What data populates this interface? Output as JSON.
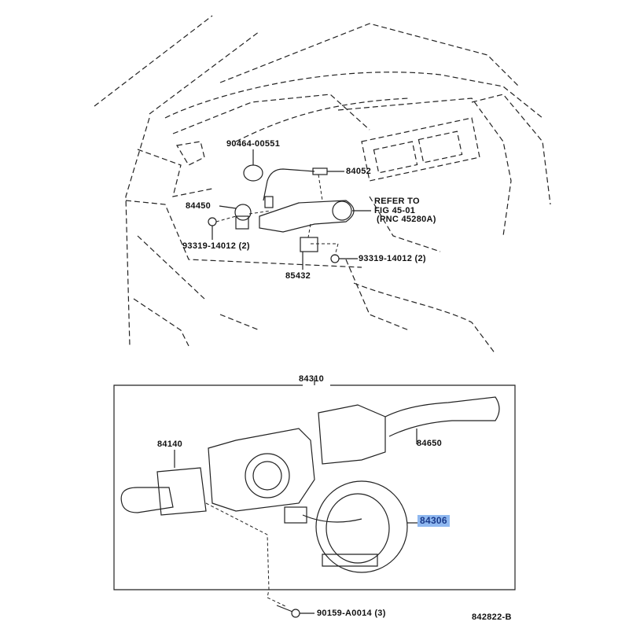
{
  "parts": {
    "clamp": "90464-00551",
    "sensor_84052": "84052",
    "switch_84450": "84450",
    "refer_line1": "REFER TO",
    "refer_line2": "FIG 45-01",
    "refer_line3": "(PNC 45280A)",
    "screw_left": "93319-14012 (2)",
    "screw_right": "93319-14012 (2)",
    "part_85432": "85432",
    "assembly_84310": "84310",
    "switch_84140": "84140",
    "switch_84650": "84650",
    "spiral_cable_84306": "84306",
    "screw_bottom": "90159-A0014 (3)",
    "figure_id": "842822-B"
  },
  "colors": {
    "highlight": "#8fb8f0",
    "highlight_text": "#1a3a8a"
  }
}
